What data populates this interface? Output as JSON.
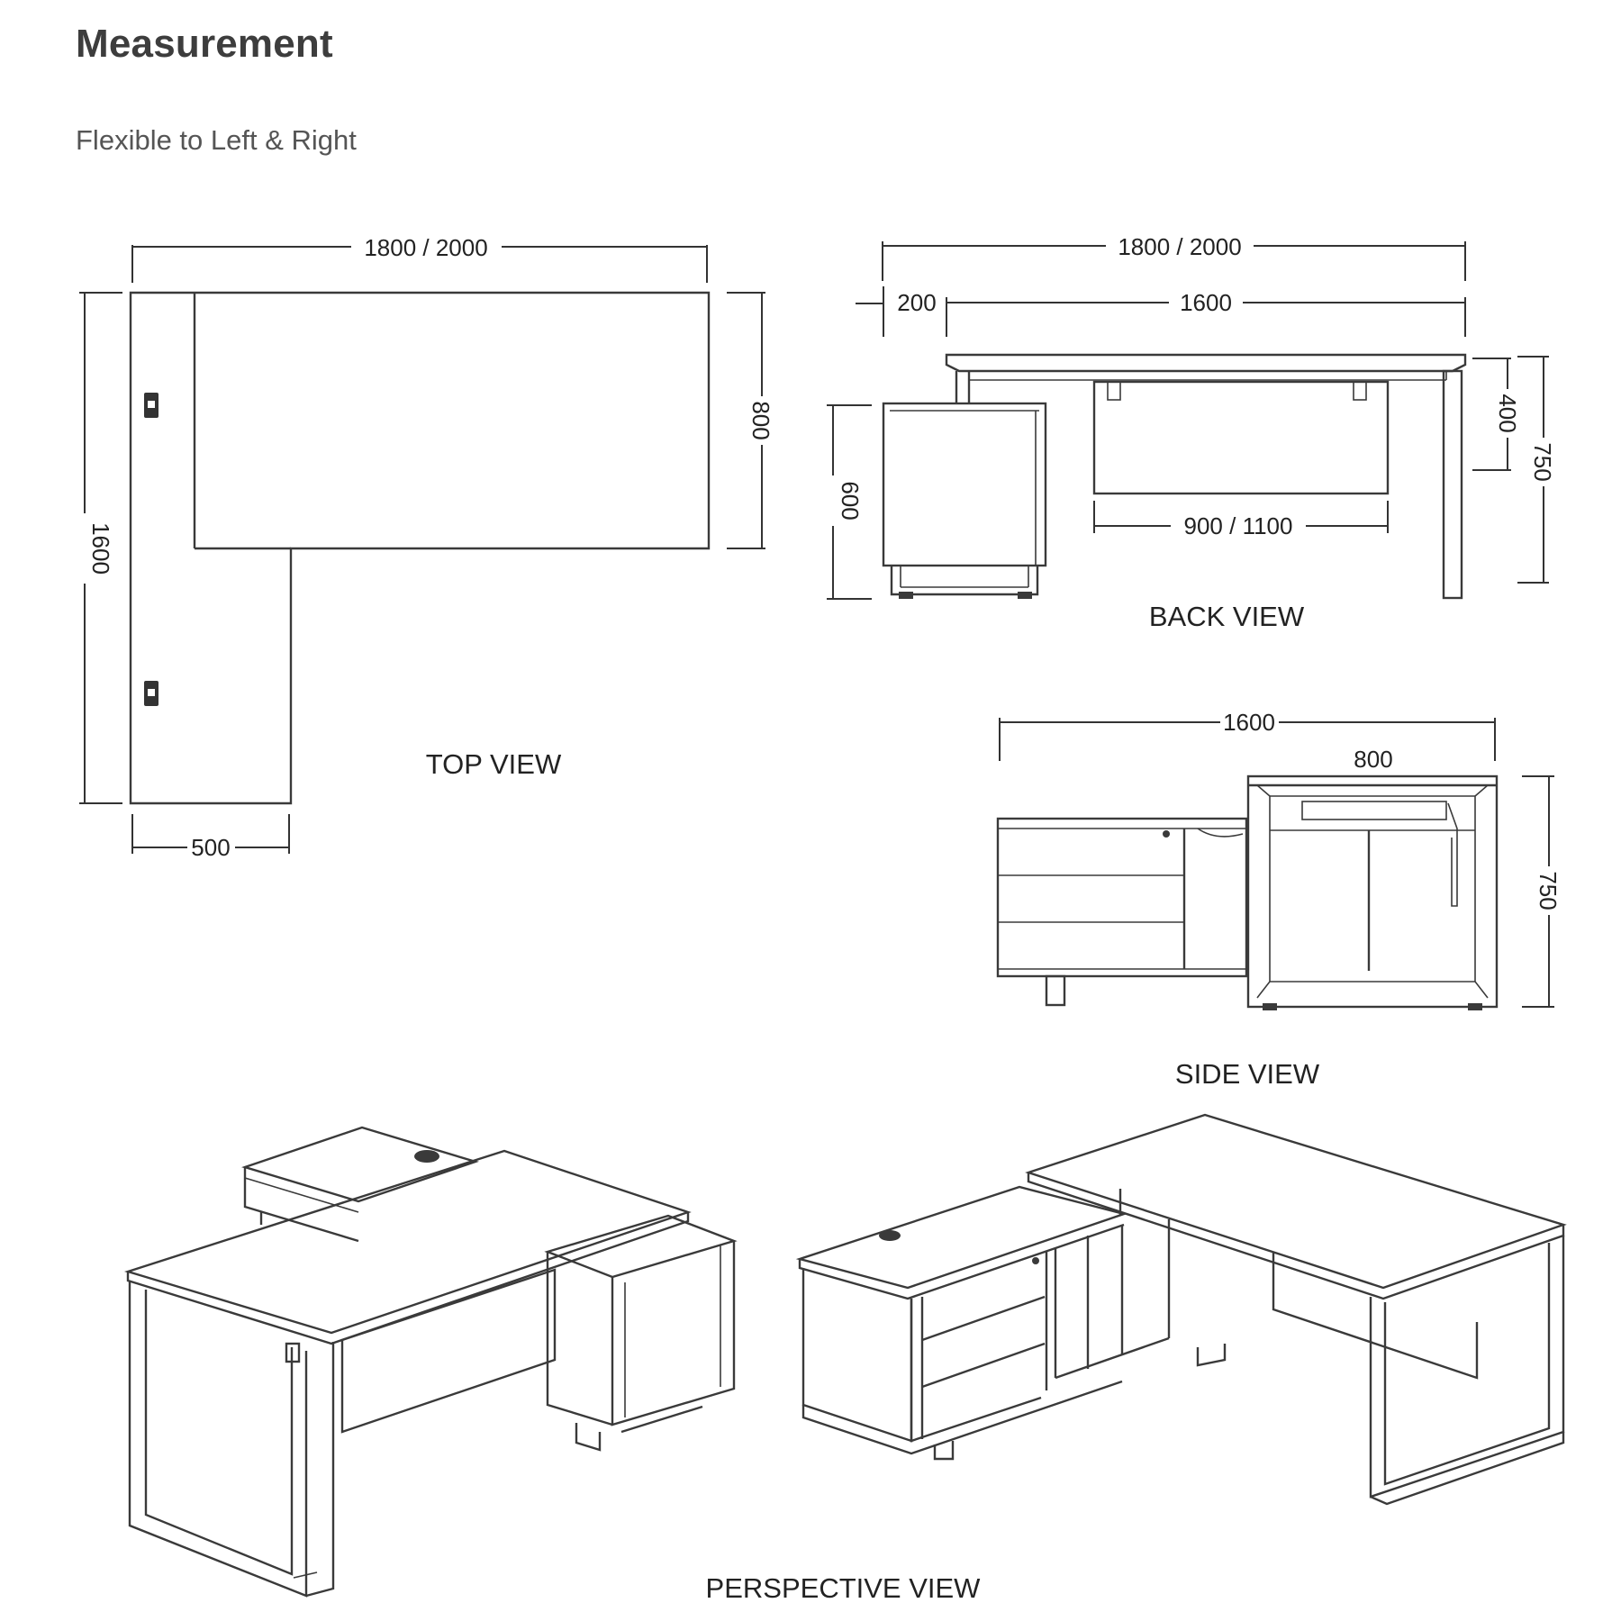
{
  "header": {
    "title": "Measurement",
    "subtitle": "Flexible to Left & Right"
  },
  "top_view": {
    "label": "TOP VIEW",
    "dims": {
      "overall_width": "1800 / 2000",
      "overall_depth": "1600",
      "desk_depth": "800",
      "return_width": "500"
    }
  },
  "back_view": {
    "label": "BACK VIEW",
    "dims": {
      "overall_width": "1800 / 2000",
      "offset": "200",
      "desk_length": "1600",
      "modesty_panel": "900 / 1100",
      "pedestal_height": "600",
      "panel_drop": "400",
      "desk_height": "750"
    }
  },
  "side_view": {
    "label": "SIDE VIEW",
    "dims": {
      "overall_length": "1600",
      "desk_depth": "800",
      "desk_height": "750"
    }
  },
  "perspective": {
    "label": "PERSPECTIVE VIEW"
  }
}
